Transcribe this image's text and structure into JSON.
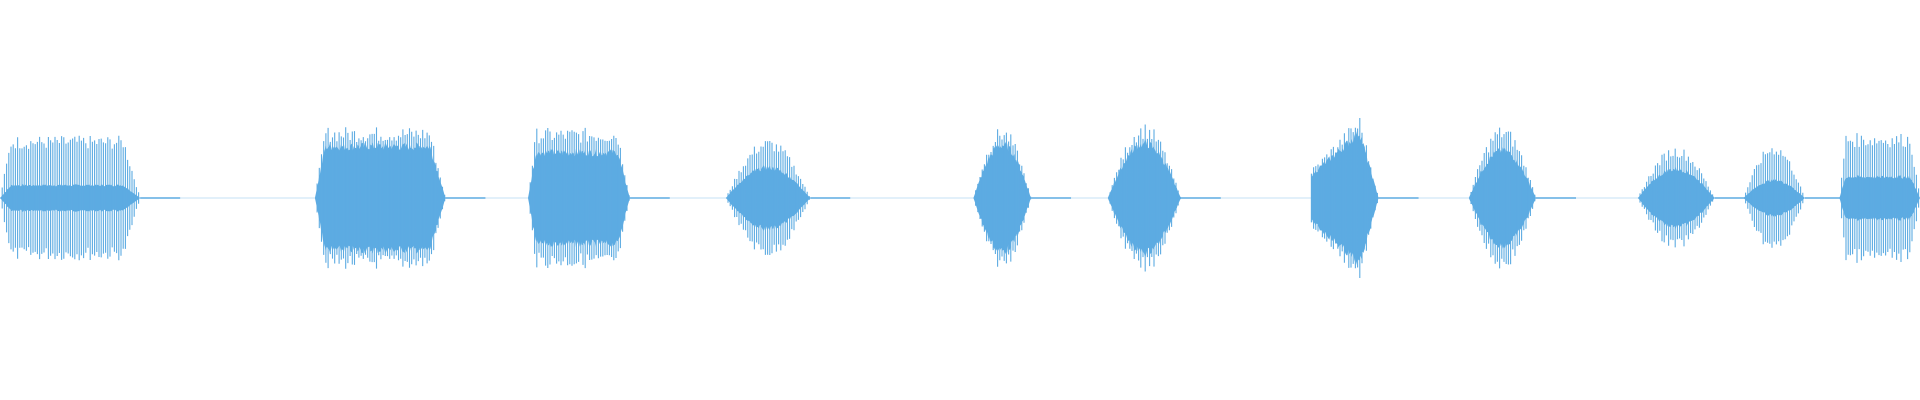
{
  "waveform": {
    "color": "#5dabe2",
    "background": "#ffffff",
    "segments": [
      {
        "shape": "plateau",
        "start": 0.0,
        "end": 0.073,
        "amplitude": 0.48,
        "inner": 0.22
      },
      {
        "shape": "plateau",
        "start": 0.164,
        "end": 0.232,
        "amplitude": 0.55,
        "inner": 0.78
      },
      {
        "shape": "plateau",
        "start": 0.275,
        "end": 0.328,
        "amplitude": 0.54,
        "inner": 0.7
      },
      {
        "shape": "dome",
        "start": 0.378,
        "end": 0.422,
        "amplitude": 0.46,
        "inner": 0.55
      },
      {
        "shape": "dome",
        "start": 0.507,
        "end": 0.537,
        "amplitude": 0.55,
        "inner": 0.8
      },
      {
        "shape": "dome",
        "start": 0.577,
        "end": 0.615,
        "amplitude": 0.58,
        "inner": 0.78
      },
      {
        "shape": "ramp",
        "start": 0.683,
        "end": 0.718,
        "amplitude": 0.64,
        "inner": 0.85
      },
      {
        "shape": "dome",
        "start": 0.765,
        "end": 0.8,
        "amplitude": 0.56,
        "inner": 0.7
      },
      {
        "shape": "dome",
        "start": 0.853,
        "end": 0.893,
        "amplitude": 0.4,
        "inner": 0.6
      },
      {
        "shape": "dome",
        "start": 0.908,
        "end": 0.94,
        "amplitude": 0.42,
        "inner": 0.35
      },
      {
        "shape": "plateau",
        "start": 0.958,
        "end": 1.0,
        "amplitude": 0.5,
        "inner": 0.35
      }
    ]
  }
}
